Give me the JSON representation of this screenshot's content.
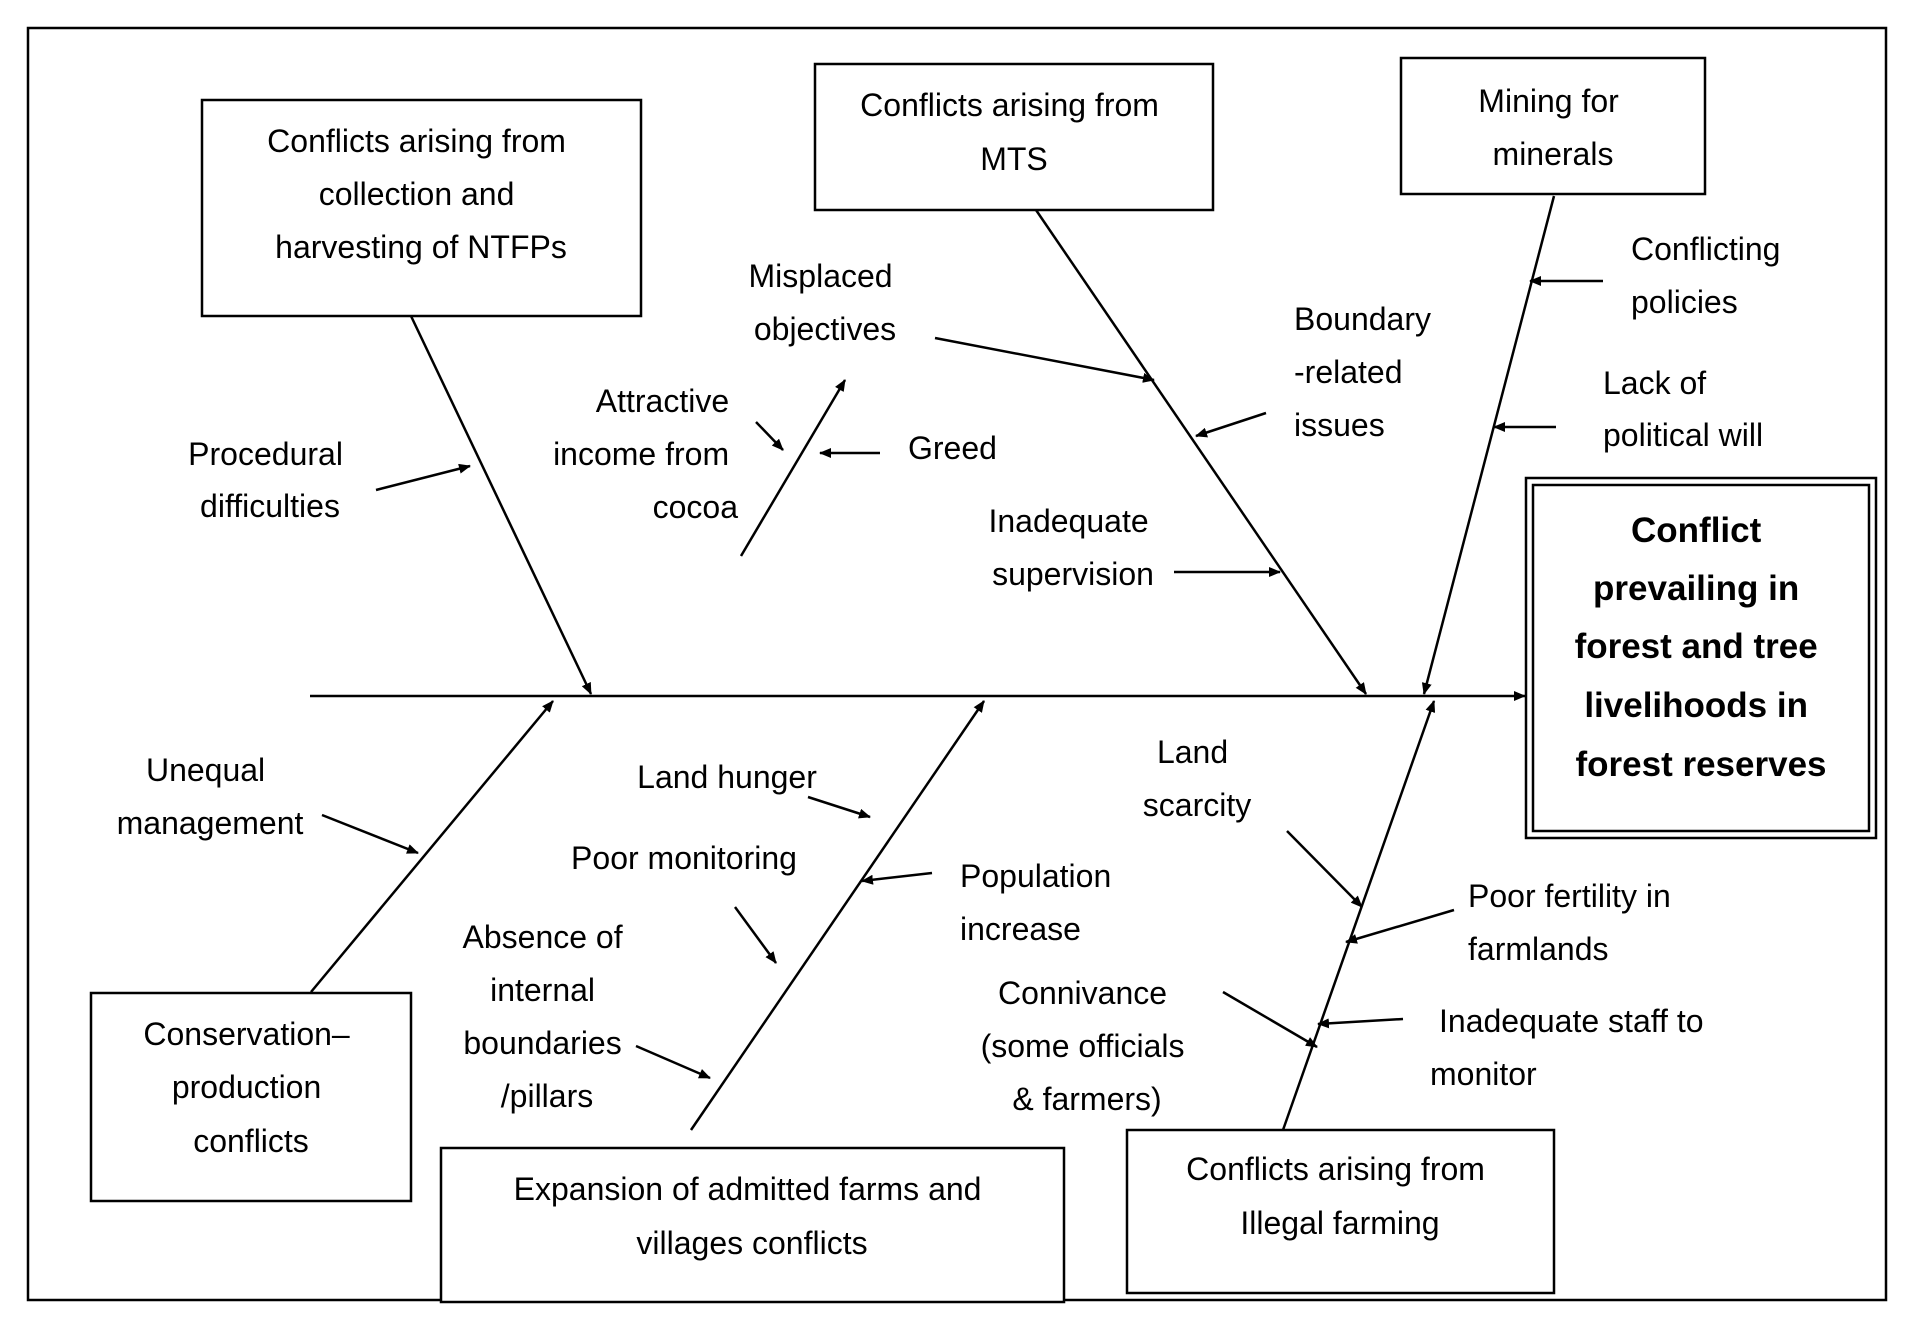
{
  "effect": {
    "lines": [
      "Conflict",
      "prevailing in",
      "forest and tree",
      "livelihoods in",
      "forest reserves"
    ]
  },
  "categories": {
    "ntfp": {
      "lines": [
        "Conflicts arising from",
        "collection and",
        "harvesting of NTFPs"
      ]
    },
    "mts": {
      "lines": [
        "Conflicts arising from",
        "MTS"
      ]
    },
    "mining": {
      "lines": [
        "Mining for",
        "minerals"
      ]
    },
    "conservation": {
      "lines": [
        "Conservation–",
        "production",
        "conflicts"
      ]
    },
    "expansion": {
      "lines": [
        "Expansion of admitted farms and",
        "villages conflicts"
      ]
    },
    "illegal": {
      "lines": [
        "Conflicts arising from",
        "Illegal farming"
      ]
    }
  },
  "causes": {
    "procedural": {
      "lines": [
        "Procedural",
        "difficulties"
      ]
    },
    "misplaced": {
      "lines": [
        "Misplaced",
        "objectives"
      ]
    },
    "attractive": {
      "lines": [
        "Attractive",
        "income from",
        "cocoa"
      ]
    },
    "greed": {
      "lines": [
        "Greed"
      ]
    },
    "boundary": {
      "lines": [
        "Boundary",
        "-related",
        "issues"
      ]
    },
    "supervision": {
      "lines": [
        "Inadequate",
        "supervision"
      ]
    },
    "conflicting": {
      "lines": [
        "Conflicting",
        "policies"
      ]
    },
    "political": {
      "lines": [
        "Lack of",
        "political will"
      ]
    },
    "unequal": {
      "lines": [
        "Unequal",
        "management"
      ]
    },
    "landhunger": {
      "lines": [
        "Land hunger"
      ]
    },
    "poormon": {
      "lines": [
        "Poor monitoring"
      ]
    },
    "population": {
      "lines": [
        "Population",
        "increase"
      ]
    },
    "absence": {
      "lines": [
        "Absence of",
        "internal",
        "boundaries",
        "/pillars"
      ]
    },
    "landscarcity": {
      "lines": [
        "Land",
        "scarcity"
      ]
    },
    "fertility": {
      "lines": [
        "Poor fertility in",
        "farmlands"
      ]
    },
    "connivance": {
      "lines": [
        "Connivance",
        "(some officials",
        "& farmers)"
      ]
    },
    "staff": {
      "lines": [
        "Inadequate staff to",
        "monitor"
      ]
    }
  }
}
